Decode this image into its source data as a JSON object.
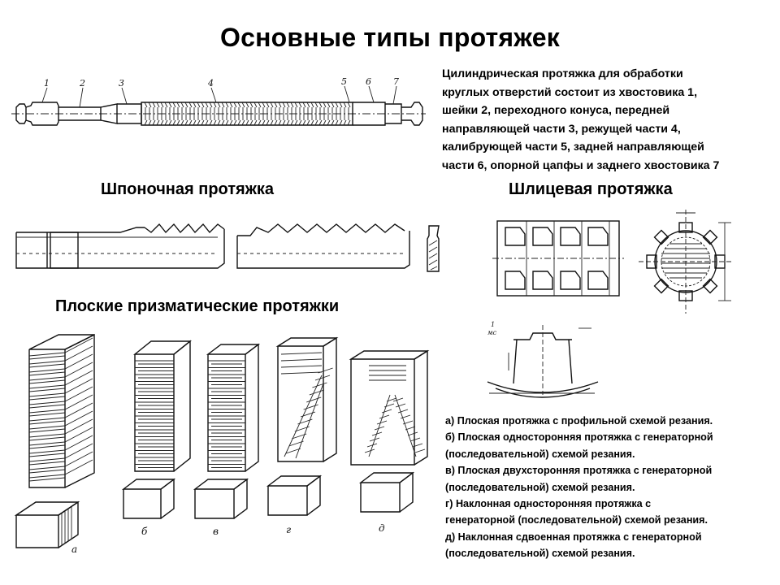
{
  "title": "Основные типы протяжек",
  "description": [
    "Цилиндрическая протяжка для обработки",
    "круглых отверстий состоит из хвостовика 1,",
    "шейки 2, переходного конуса, передней",
    "направляющей части 3, режущей части 4,",
    "калибрующей части 5, задней направляющей",
    "части 6, опорной цапфы и заднего хвостовика 7"
  ],
  "headings": {
    "keyway": "Шпоночная протяжка",
    "spline": "Шлицевая протяжка",
    "flat": "Плоские призматические протяжки"
  },
  "round_broach_labels": [
    "1",
    "2",
    "3",
    "4",
    "5",
    "6",
    "7"
  ],
  "flat_variant_labels": [
    "а",
    "б",
    "в",
    "г",
    "д"
  ],
  "legend": [
    "а) Плоская протяжка с профильной схемой резания.",
    "б) Плоская односторонняя протяжка с генераторной",
    "(последовательной) схемой резания.",
    "в) Плоская двухсторонняя протяжка с генераторной",
    "(последовательной) схемой резания.",
    "г) Наклонная односторонняя протяжка с",
    "генераторной (последовательной) схемой резания.",
    "д) Наклонная сдвоенная протяжка с генераторной",
    "(последовательной) схемой резания."
  ]
}
